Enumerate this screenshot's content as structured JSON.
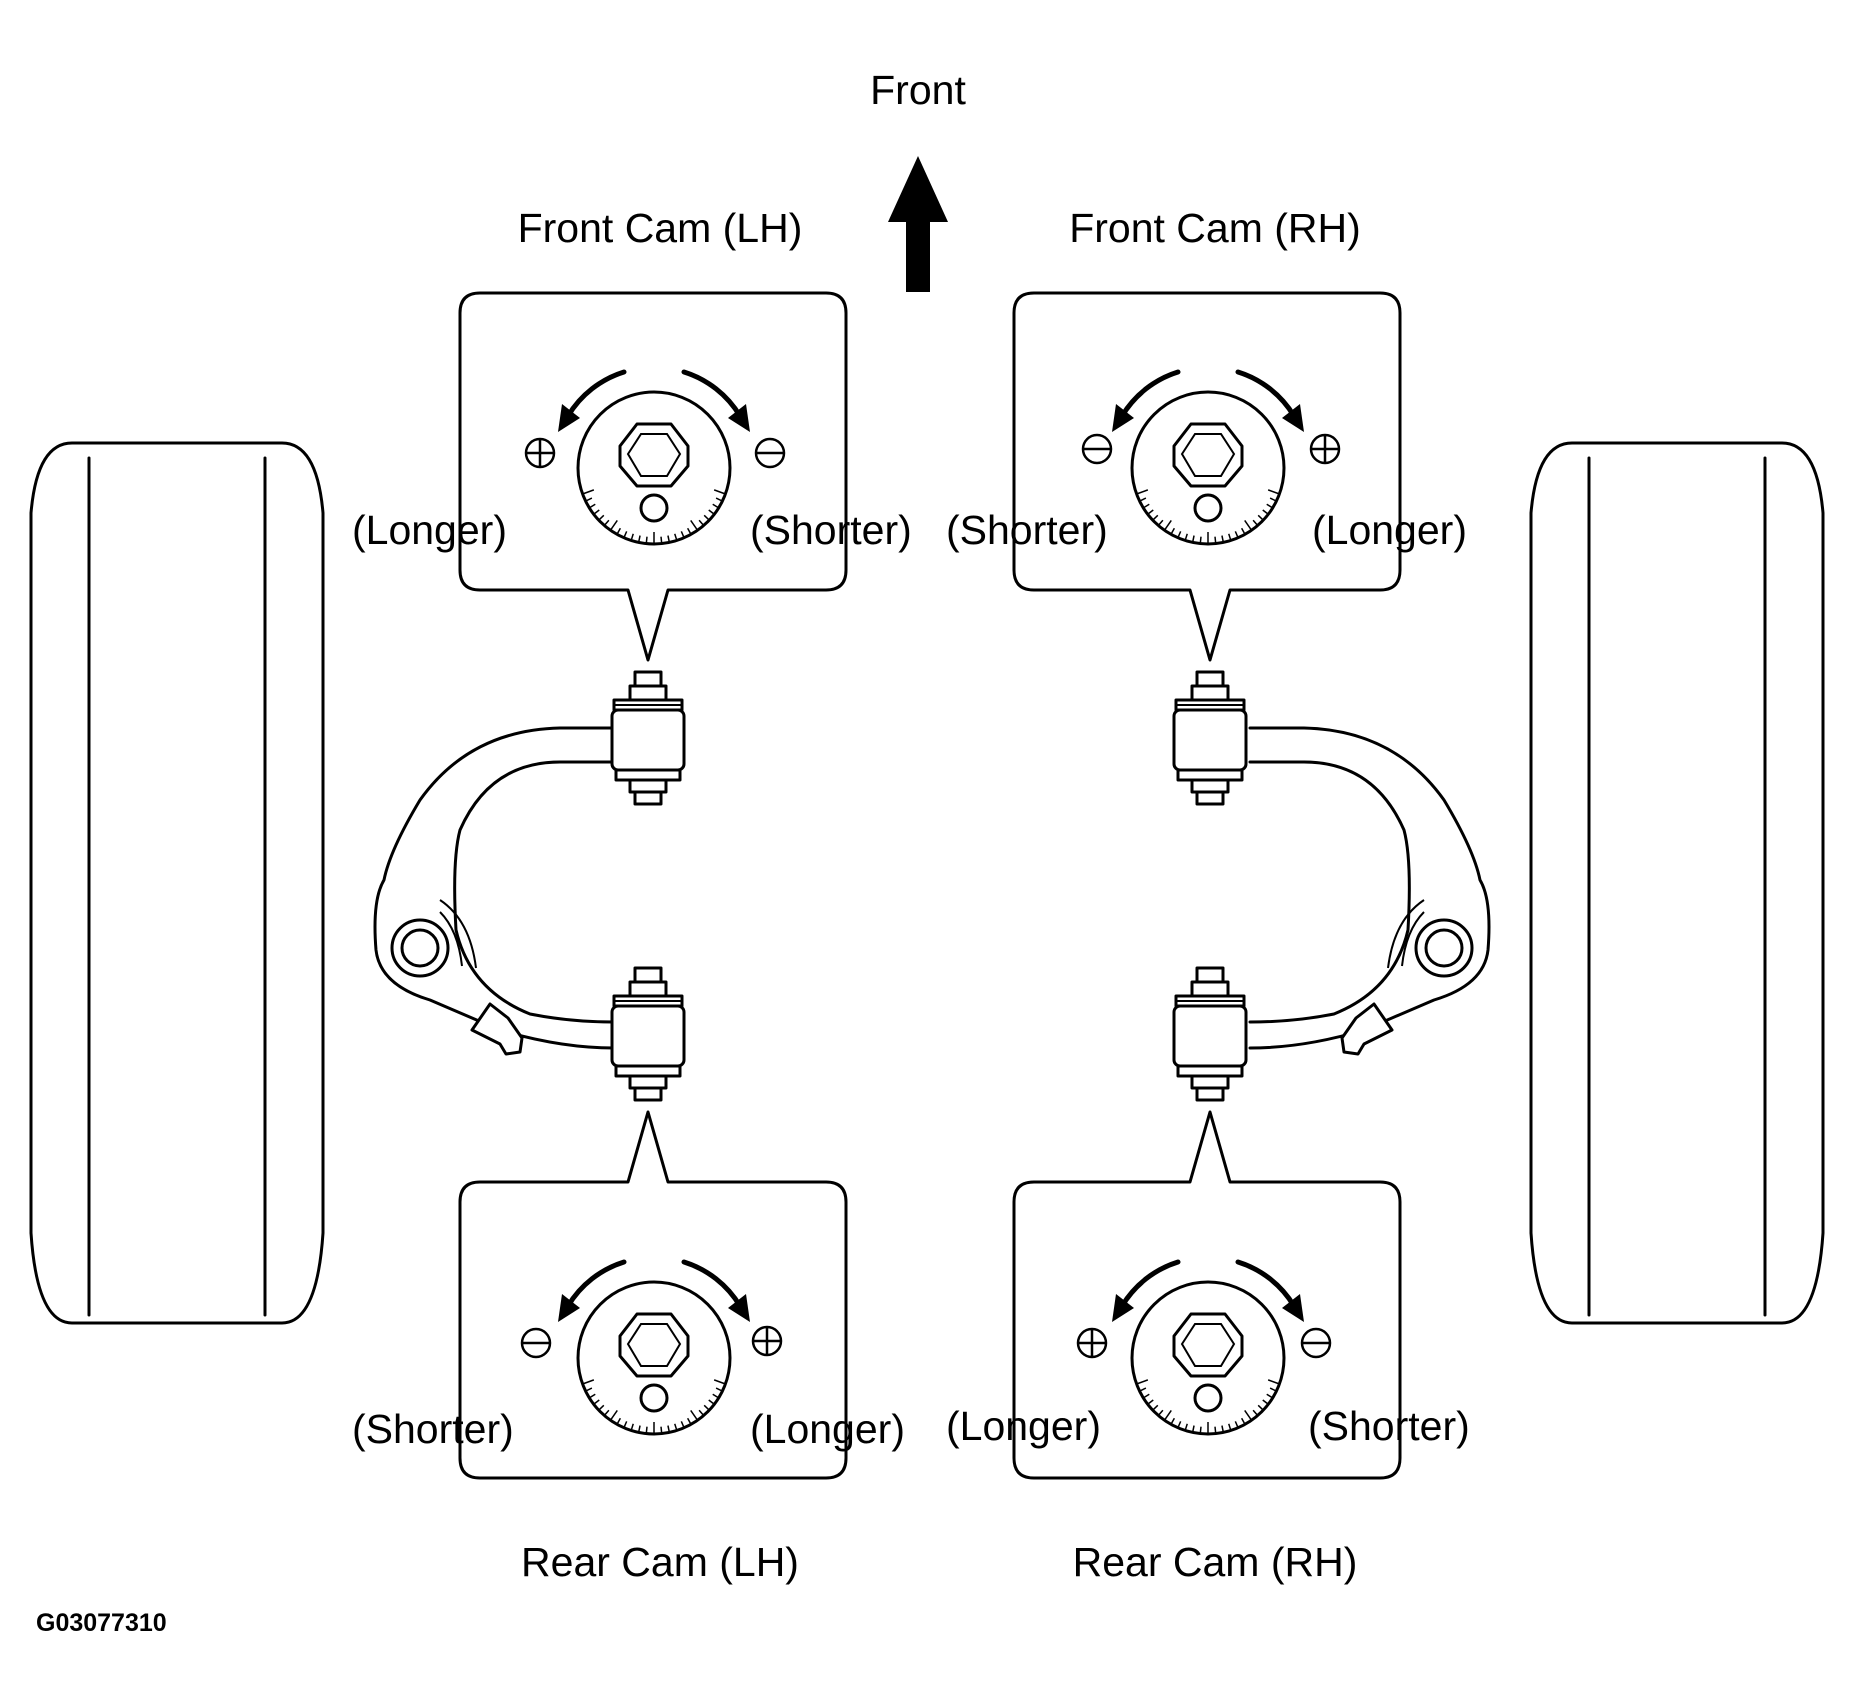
{
  "labels": {
    "front": "Front",
    "front_cam_lh": "Front Cam (LH)",
    "front_cam_rh": "Front Cam (RH)",
    "rear_cam_lh": "Rear Cam (LH)",
    "rear_cam_rh": "Rear Cam (RH)",
    "figure_id": "G03077310"
  },
  "cams": {
    "front_lh": {
      "left": "(Longer)",
      "right": "(Shorter)",
      "left_sign": "plus",
      "right_sign": "minus"
    },
    "front_rh": {
      "left": "(Shorter)",
      "right": "(Longer)",
      "left_sign": "minus",
      "right_sign": "plus"
    },
    "rear_lh": {
      "left": "(Shorter)",
      "right": "(Longer)",
      "left_sign": "minus",
      "right_sign": "plus"
    },
    "rear_rh": {
      "left": "(Longer)",
      "right": "(Shorter)",
      "left_sign": "plus",
      "right_sign": "minus"
    }
  },
  "icons": {
    "direction_arrow": "arrow-up-icon",
    "plus_sign": "circle-plus-icon",
    "minus_sign": "circle-minus-icon",
    "rotation_arrows": "rotate-arrows-icon"
  }
}
